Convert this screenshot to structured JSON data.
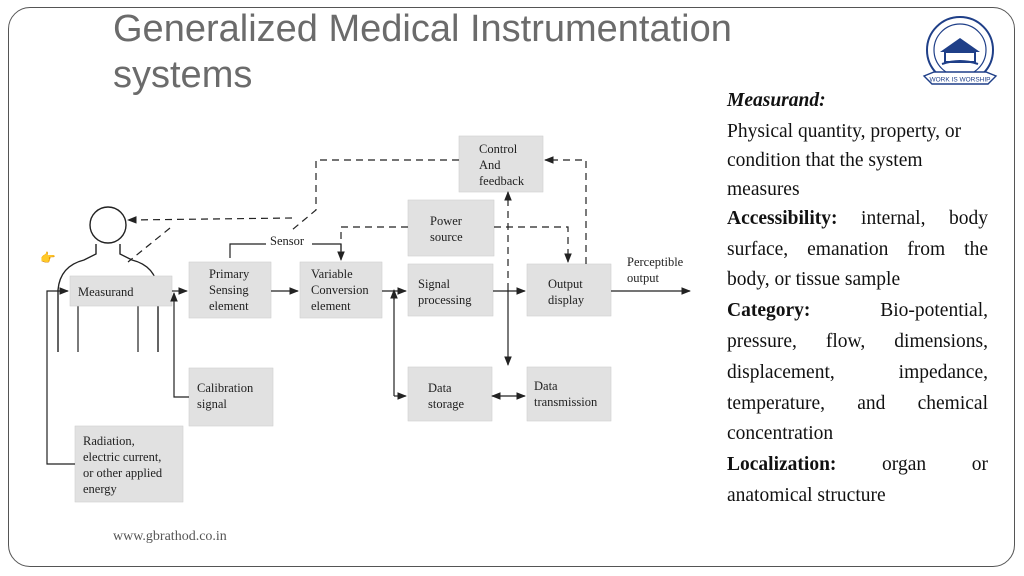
{
  "slide": {
    "title_line1": "Generalized Medical Instrumentation",
    "title_line2": "systems",
    "footer": "www.gbrathod.co.in",
    "logo_text_bottom": "WORK IS WORSHIP",
    "hand_icon": "pointing-hand-emoji"
  },
  "diagram": {
    "measurand": "Measurand",
    "sensor": "Sensor",
    "primary_1": "Primary",
    "primary_2": "Sensing",
    "primary_3": "element",
    "variable_1": "Variable",
    "variable_2": "Conversion",
    "variable_3": "element",
    "signal_1": "Signal",
    "signal_2": "processing",
    "output_1": "Output",
    "output_2": "display",
    "perceptible_1": "Perceptible",
    "perceptible_2": "output",
    "control_1": "Control",
    "control_2": "And",
    "control_3": "feedback",
    "power_1": "Power",
    "power_2": "source",
    "calibration_1": "Calibration",
    "calibration_2": "signal",
    "storage_1": "Data",
    "storage_2": "storage",
    "transmission_1": "Data",
    "transmission_2": "transmission",
    "radiation_1": "Radiation,",
    "radiation_2": "electric current,",
    "radiation_3": "or other applied",
    "radiation_4": "energy"
  },
  "notes": {
    "measurand_heading": "Measurand:",
    "measurand_text": " Physical quantity, property, or condition that the system measures",
    "accessibility_heading": "Accessibility:",
    "accessibility_text": " internal, body surface, emanation from the body, or tissue sample",
    "category_heading": "Category:",
    "category_text": " Bio-potential, pressure, flow, dimensions, displacement, impedance, temperature, and chemical concentration",
    "localization_heading": "Localization:",
    "localization_text": " organ or anatomical structure"
  }
}
